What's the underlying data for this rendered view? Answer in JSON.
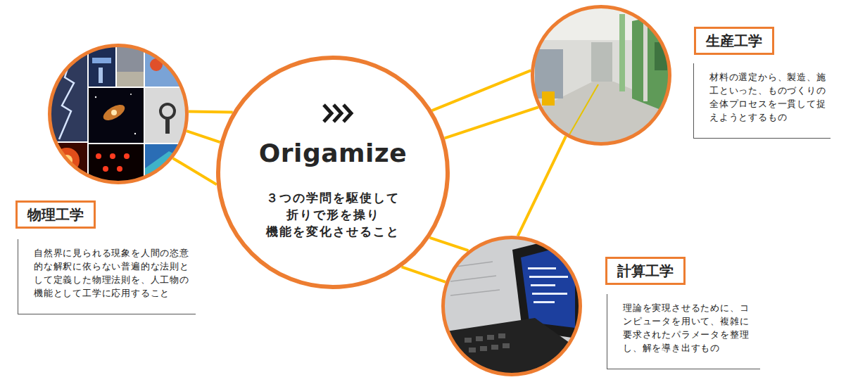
{
  "diagram": {
    "nodes": [
      {
        "text": [
          "Origamize",
          "３つの学問を駆使して 折りで形を操り 機能を変化させること"
        ]
      },
      {
        "text": [
          "物理工学",
          "自然界に見られる現象を人間の恣意的な解釈に依らない普遍的な法則として定義した物理法則を、人工物の機能として工学に応用すること"
        ]
      },
      {
        "text": [
          "生産工学",
          "材料の選定から、製造、施工といった、ものづくりの全体プロセスを一貫して捉えようとするもの"
        ]
      },
      {
        "text": [
          "計算工学",
          "理論を実現させるために、コンピュータを用いて、複雑に要求されたパラメータを整理し、解を導き出すもの"
        ]
      }
    ],
    "edges": [
      {
        "from": 0,
        "to": 1,
        "arrow": "none"
      },
      {
        "from": 0,
        "to": 1,
        "arrow": "none"
      },
      {
        "from": 0,
        "to": 1,
        "arrow": "none"
      },
      {
        "from": 0,
        "to": 2,
        "arrow": "none"
      },
      {
        "from": 0,
        "to": 2,
        "arrow": "none"
      },
      {
        "from": 0,
        "to": 3,
        "arrow": "none"
      },
      {
        "from": 0,
        "to": 3,
        "arrow": "none"
      },
      {
        "from": 2,
        "to": 3,
        "arrow": "none"
      }
    ]
  }
}
